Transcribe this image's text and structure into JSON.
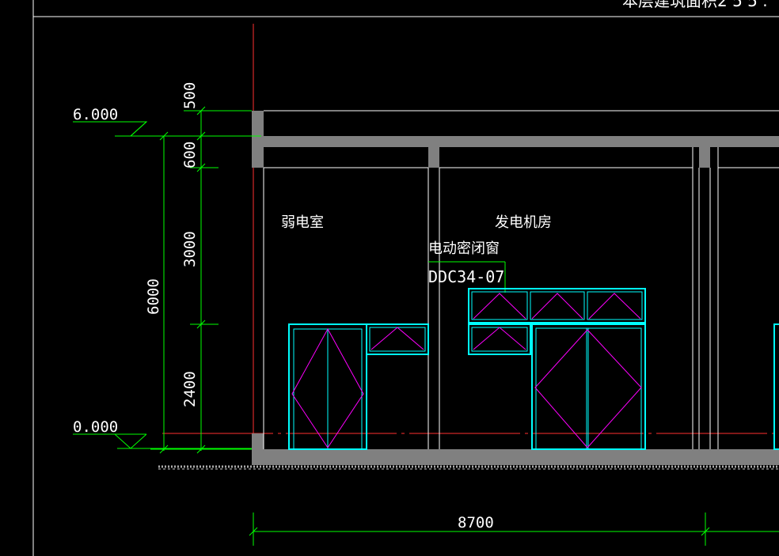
{
  "drawing": {
    "header_fragment": "本层建筑面积2 5 5 .",
    "level_top": "6.000",
    "level_ground": "0.000",
    "dims_vertical_inner": [
      "500",
      "600",
      "3000",
      "2400"
    ],
    "dim_vertical_overall": "6000",
    "dim_horizontal": "8700",
    "room_left": "弱电室",
    "room_right": "发电机房",
    "window_note": "电动密闭窗",
    "window_code": "DDC34-07",
    "colors": {
      "background": "#000000",
      "lines": "#ffffff",
      "walls": "#808080",
      "dimensions": "#00ff00",
      "frames": "#00ffff",
      "hinges": "#ff00ff",
      "axis": "#ff3030"
    }
  }
}
